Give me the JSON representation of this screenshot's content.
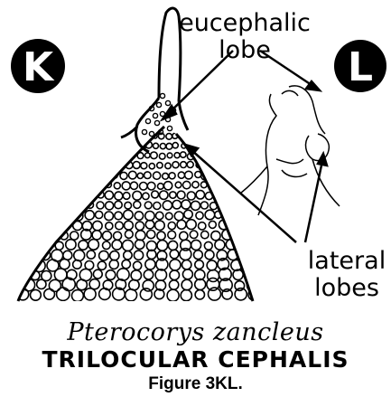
{
  "panels": {
    "left": "K",
    "right": "L"
  },
  "labels": {
    "eucephalic_line1": "eucephalic",
    "eucephalic_line2": "lobe",
    "lateral_line1": "lateral",
    "lateral_line2": "lobes"
  },
  "caption": {
    "species": "Pterocorys zancleus",
    "heading": "TRILOCULAR CEPHALIS",
    "figure": "Figure 3KL."
  }
}
